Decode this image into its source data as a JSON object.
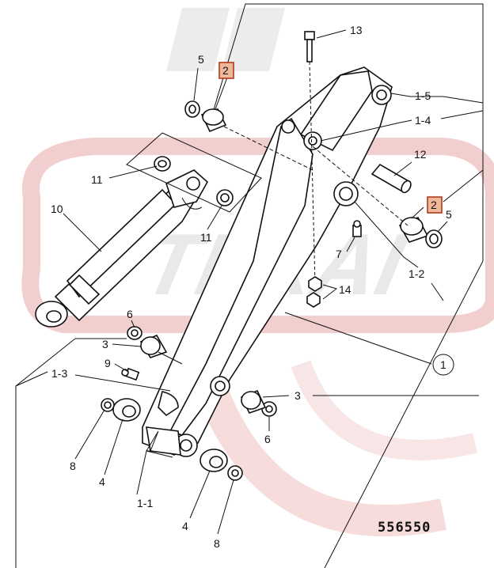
{
  "watermark": {
    "text": "TEXAI",
    "color": "#e8b0b0"
  },
  "drawing_code": "556550",
  "callouts": {
    "c13": "13",
    "c5a": "5",
    "c2a": "2",
    "c1_5": "1-5",
    "c1_4": "1-4",
    "c11a": "11",
    "c12": "12",
    "c2b": "2",
    "c5b": "5",
    "c10": "10",
    "c11b": "11",
    "c7": "7",
    "c1_2": "1-2",
    "c14": "14",
    "c6a": "6",
    "c3a": "3",
    "c9": "9",
    "c1_3": "1-3",
    "c1": "1",
    "c3b": "3",
    "c6b": "6",
    "c8a": "8",
    "c4a": "4",
    "c1_1": "1-1",
    "c4b": "4",
    "c8b": "8"
  },
  "highlight_color": "#f0b89a"
}
